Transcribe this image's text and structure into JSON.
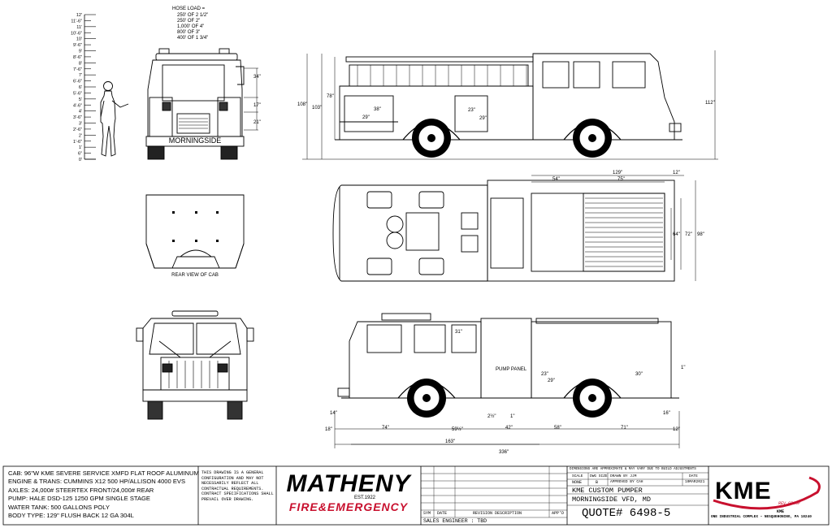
{
  "height_scale": {
    "labels": [
      "12'",
      "11'-6\"",
      "11'",
      "10'-6\"",
      "10'",
      "9'-6\"",
      "9'",
      "8'-6\"",
      "8'",
      "7'-6\"",
      "7'",
      "6'-6\"",
      "6'",
      "5'-6\"",
      "5'",
      "4'-6\"",
      "4'",
      "3'-6\"",
      "3'",
      "2'-6\"",
      "2'",
      "1'-6\"",
      "1'",
      "6\"",
      "0'"
    ]
  },
  "hose_load": {
    "title": "HOSE LOAD =",
    "lines": [
      "250' OF 2 1/2\"",
      "250' OF 2\"",
      "1,000' OF 4\"",
      "800' OF 3\"",
      "400' OF 1 3/4\""
    ]
  },
  "rear_view": {
    "dims": [
      "34\"",
      "17\"",
      "21\""
    ],
    "name_plate": "MORNINGSIDE"
  },
  "rear_cab_label": "REAR VIEW OF CAB",
  "side_view_top": {
    "dims_left": [
      "78\"",
      "108\"",
      "103\""
    ],
    "dims_right": [
      "112\""
    ],
    "compartment_dims": [
      "38\"",
      "29\"",
      "23\"",
      "29\""
    ]
  },
  "plan_view": {
    "dims": [
      "54\"",
      "129\"",
      "75\"",
      "12\"",
      "64\"",
      "72\"",
      "98\""
    ]
  },
  "side_view_bottom": {
    "dims_top": [
      "31\""
    ],
    "labels": [
      "PUMP PANEL"
    ],
    "compartment_dims": [
      "23\"",
      "29\"",
      "30\""
    ],
    "dims_bottom": [
      "14\"",
      "18\"",
      "74\"",
      "59½\"",
      "2½\"",
      "1\"",
      "42\"",
      "58\"",
      "71\"",
      "16\"",
      "12\"",
      "163\"",
      "336\""
    ],
    "dims_side": [
      "1\""
    ]
  },
  "specs": [
    "CAB: 96\"W KME SEVERE SERVICE XMFD FLAT ROOF ALUMINUM",
    "ENGINE & TRANS: CUMMINS X12 500 HP/ALLISON 4000 EVS",
    "AXLES: 24,000# STEERTEX FRONT/24,000# REAR",
    "PUMP: HALE DSD-125 1250 GPM SINGLE STAGE",
    "WATER TANK: 500 GALLONS POLY",
    "BODY TYPE:  129\" FLUSH BACK 12 GA 304L"
  ],
  "disclaimer": "THIS DRAWING IS A GENERAL CONFIGURATION AND MAY NOT NECESSARILY REFLECT ALL CONTRACTUAL REQUIREMENTS. CONTRACT SPECIFICATIONS SHALL PREVAIL OVER DRAWING.",
  "dealer_logo": {
    "name": "MATHENY",
    "est": "EST.1922",
    "sub": "FIRE&EMERGENCY"
  },
  "revision_block": {
    "sym": "SYM",
    "date": "DATE",
    "desc": "REVISION DESCRIPTION",
    "app": "APP'D",
    "sales_engineer": "SALES ENGINEER : TBD"
  },
  "title_block": {
    "note": "DIMENSIONS ARE APPROXIMATE & MAY VARY DUE TO BUILD ADJUSTMENTS",
    "scale_label": "SCALE",
    "scale_value": "NONE",
    "dwg_size_label": "DWG SIZE",
    "dwg_size_value": "B",
    "drawn_by": "DRAWN BY  JJM",
    "approved_by": "APPROVED BY CAH",
    "date_label": "DATE",
    "date_value": "10MAR2021",
    "title_1": "KME CUSTOM PUMPER",
    "title_2": "MORNINGSIDE VFD, MD",
    "quote": "QUOTE# 6498-5"
  },
  "manufacturer_logo": {
    "name": "KME",
    "sub": "REV GROUP",
    "address_1": "KME",
    "address_2": "ONE INDUSTRIAL COMPLEX – NESQUEHONING, PA  18240"
  },
  "colors": {
    "red": "#c8102e",
    "ink": "#000000",
    "gray": "#555555"
  }
}
